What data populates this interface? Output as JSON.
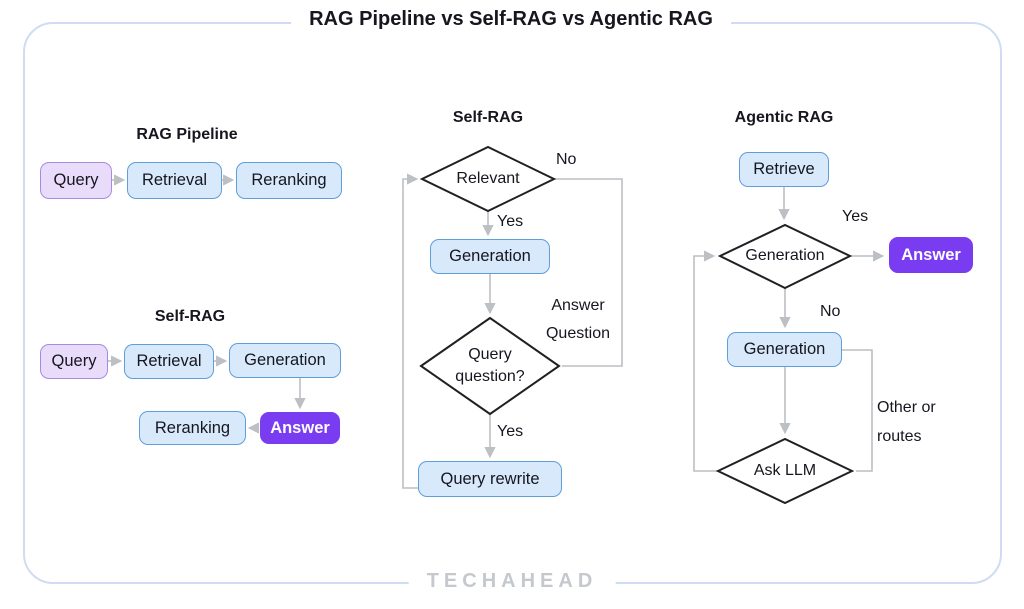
{
  "title": "RAG Pipeline vs Self-RAG vs Agentic RAG",
  "watermark": "TECHAHEAD",
  "colors": {
    "node_blue_fill": "#d8e9fc",
    "node_blue_border": "#5f9ed9",
    "node_lavender_fill": "#e9dcfa",
    "node_lavender_border": "#a88be0",
    "answer_fill": "#7a3cf0",
    "answer_text": "#ffffff",
    "diamond_stroke": "#202024",
    "connector_gray": "#bcbfc3",
    "frame_border": "#cfdcf3",
    "text": "#16161f",
    "watermark_gray": "#c5c9ce"
  },
  "rag_pipeline": {
    "heading": "RAG Pipeline",
    "query": "Query",
    "retrieval": "Retrieval",
    "reranking": "Reranking"
  },
  "self_rag_linear": {
    "heading": "Self-RAG",
    "query": "Query",
    "retrieval": "Retrieval",
    "generation": "Generation",
    "reranking": "Reranking",
    "answer": "Answer"
  },
  "self_rag_loop": {
    "heading": "Self-RAG",
    "relevant": "Relevant",
    "generation": "Generation",
    "query_question_1": "Query",
    "query_question_2": "question?",
    "query_rewrite": "Query rewrite",
    "label_no": "No",
    "label_yes_top": "Yes",
    "label_yes_bottom": "Yes",
    "label_answer_question_1": "Answer",
    "label_answer_question_2": "Question"
  },
  "agentic_rag": {
    "heading": "Agentic RAG",
    "retrieve": "Retrieve",
    "generation_check": "Generation",
    "generation": "Generation",
    "ask_llm": "Ask LLM",
    "answer": "Answer",
    "label_yes": "Yes",
    "label_no": "No",
    "label_other_1": "Other or",
    "label_other_2": "routes"
  }
}
